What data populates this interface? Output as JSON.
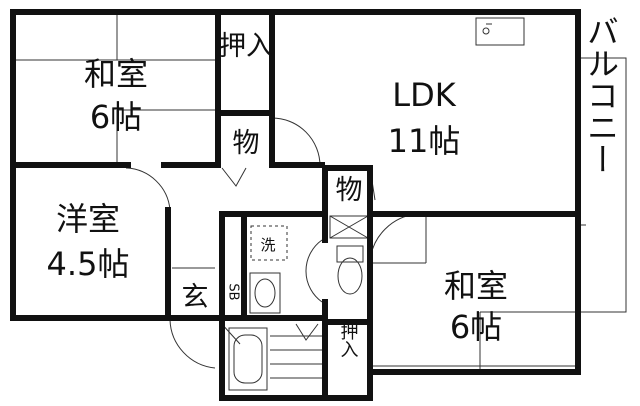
{
  "rooms": {
    "washitsu_top": {
      "name": "和室",
      "size": "6帖"
    },
    "oshiire_top": "押入",
    "mono_top": "物",
    "ldk": {
      "name": "LDK",
      "size": "11帖"
    },
    "balcony": "バルコニー",
    "youshitsu": {
      "name": "洋室",
      "size": "4.5帖"
    },
    "mono_mid": "物",
    "sentaku": "洗",
    "genkan": "玄",
    "sb": "SB",
    "washitsu_bottom": {
      "name": "和室",
      "size": "6帖"
    },
    "oshiire_bottom": "押入"
  }
}
